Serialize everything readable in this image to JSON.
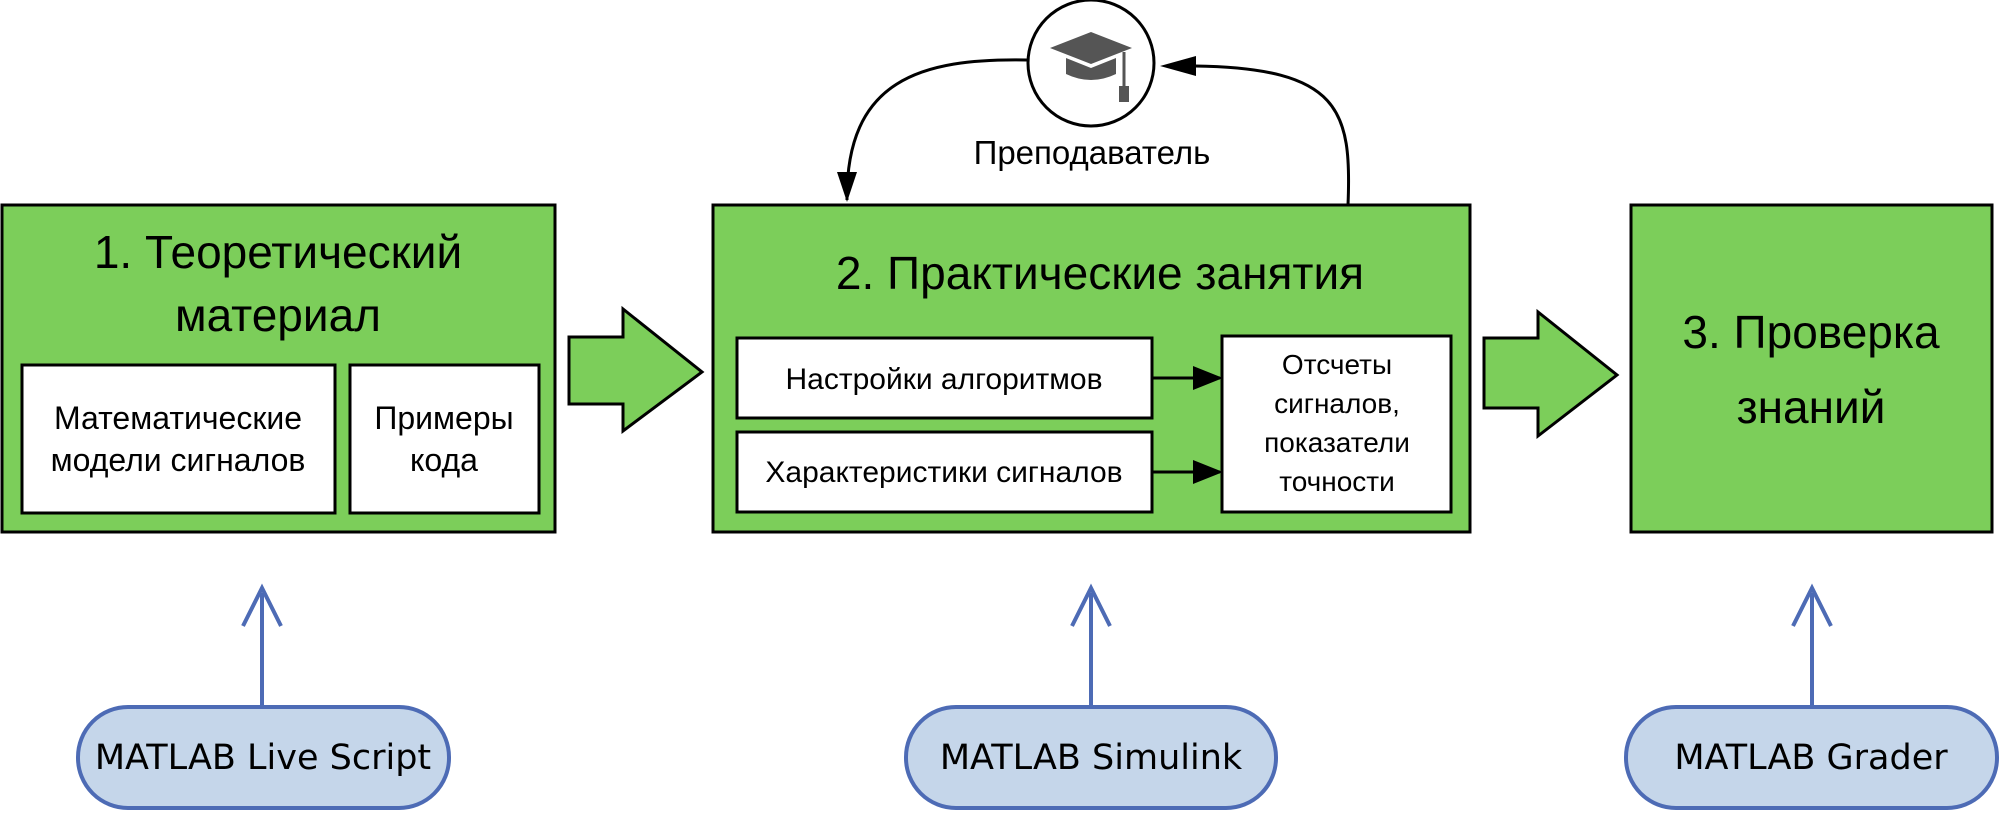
{
  "colors": {
    "stage_fill": "#7cce5a",
    "box_fill": "#ffffff",
    "stroke": "#000000",
    "tool_fill": "#c5d6ea",
    "tool_stroke": "#4d6bb5",
    "tool_arrow": "#4d6bb5",
    "cap_color": "#555555"
  },
  "teacher": {
    "icon": "graduation-cap-icon",
    "label": "Преподаватель"
  },
  "stage1": {
    "title_line1": "1. Теоретический",
    "title_line2": "материал",
    "box_models_line1": "Математические",
    "box_models_line2": "модели сигналов",
    "box_code_line1": "Примеры",
    "box_code_line2": "кода"
  },
  "stage2": {
    "title": "2. Практические занятия",
    "box_settings": "Настройки алгоритмов",
    "box_characteristics": "Характеристики сигналов",
    "box_output_line1": "Отсчеты",
    "box_output_line2": "сигналов,",
    "box_output_line3": "показатели",
    "box_output_line4": "точности"
  },
  "stage3": {
    "title_line1": "3. Проверка",
    "title_line2": "знаний"
  },
  "tools": {
    "live_script": "MATLAB Live Script",
    "simulink": "MATLAB Simulink",
    "grader": "MATLAB Grader"
  }
}
